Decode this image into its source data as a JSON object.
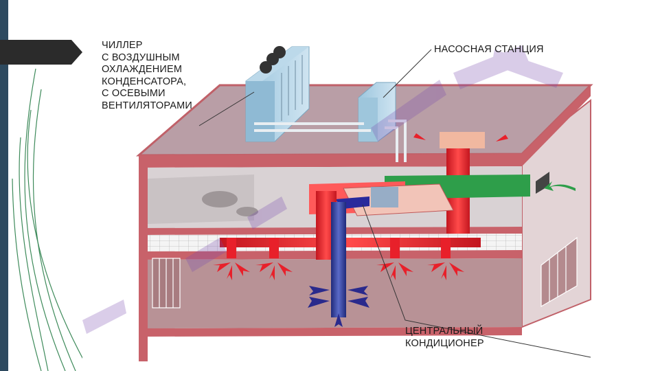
{
  "diagram": {
    "labels": {
      "chiller": [
        "ЧИЛЛЕР",
        "С ВОЗДУШНЫМ",
        "ОХЛАЖДЕНИЕМ",
        "КОНДЕНСАТОРА,",
        "С ОСЕВЫМИ",
        "ВЕНТИЛЯТОРАМИ"
      ],
      "pump_station": "НАСОСНАЯ СТАНЦИЯ",
      "central_ac": [
        "ЦЕНТРАЛЬНЫЙ",
        "КОНДИЦИОНЕР"
      ]
    },
    "colors": {
      "accent_bar": "#2e4a5f",
      "warm_air": "#e8202a",
      "cold_air": "#2a2a8c",
      "fresh_air": "#2e9e4a",
      "building": "#c8626a"
    }
  }
}
